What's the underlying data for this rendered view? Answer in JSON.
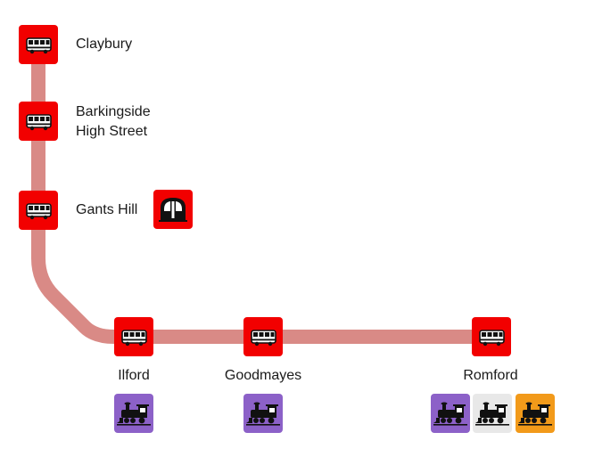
{
  "colors": {
    "route": "#d98a86",
    "bus_stop": "#f20000",
    "underground": "#f20000",
    "rail_purple": "#8c61c8",
    "rail_grey": "#e8e8e8",
    "rail_orange": "#f29a1a"
  },
  "stops": [
    {
      "id": "claybury",
      "label": "Claybury",
      "icon": "bus-icon"
    },
    {
      "id": "barkingside",
      "label": "Barkingside\nHigh Street",
      "icon": "bus-icon"
    },
    {
      "id": "gants-hill",
      "label": "Gants Hill",
      "icon": "bus-icon",
      "interchanges": [
        {
          "type": "underground",
          "icon": "underground-train-icon"
        }
      ]
    },
    {
      "id": "ilford",
      "label": "Ilford",
      "icon": "bus-icon",
      "interchanges": [
        {
          "type": "rail_purple",
          "icon": "steam-train-icon"
        }
      ]
    },
    {
      "id": "goodmayes",
      "label": "Goodmayes",
      "icon": "bus-icon",
      "interchanges": [
        {
          "type": "rail_purple",
          "icon": "steam-train-icon"
        }
      ]
    },
    {
      "id": "romford",
      "label": "Romford",
      "icon": "bus-icon",
      "interchanges": [
        {
          "type": "rail_purple",
          "icon": "steam-train-icon"
        },
        {
          "type": "rail_grey",
          "icon": "steam-train-icon"
        },
        {
          "type": "rail_orange",
          "icon": "steam-train-icon"
        }
      ]
    }
  ]
}
